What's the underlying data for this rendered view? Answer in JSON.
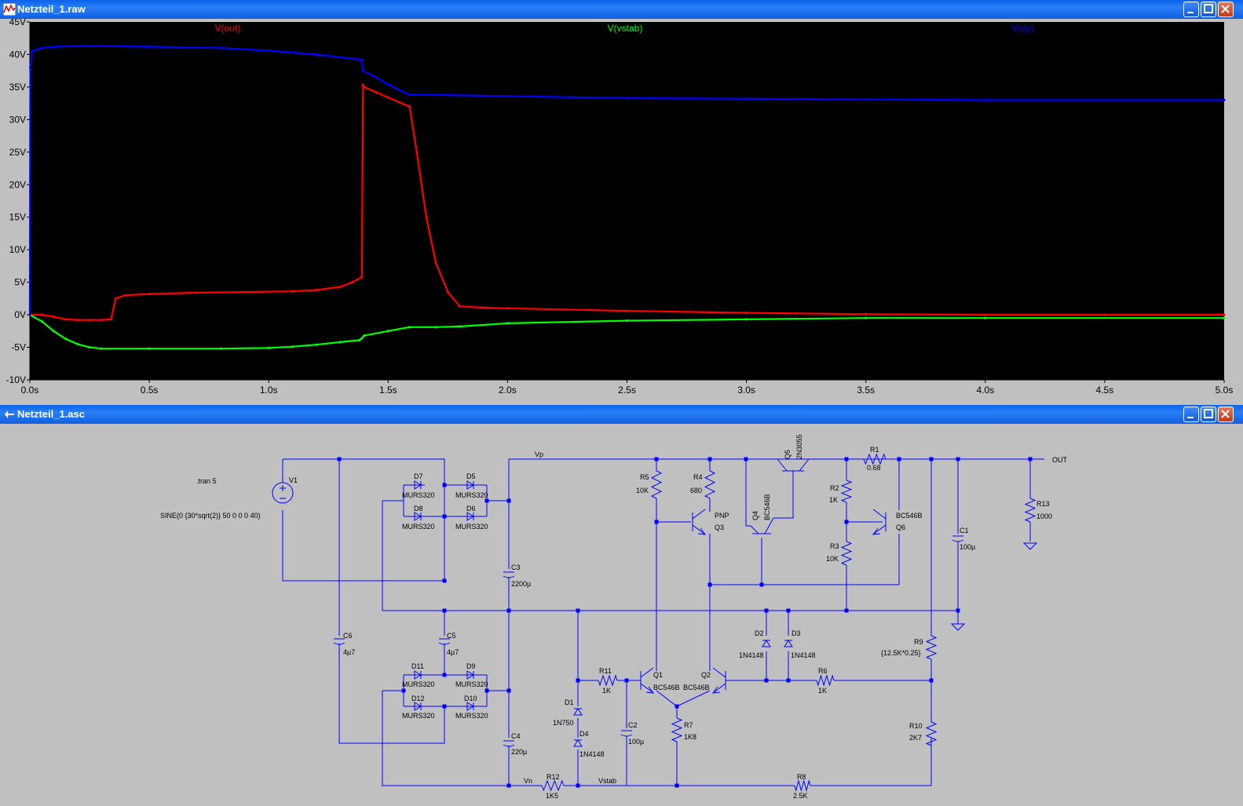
{
  "plot_window": {
    "title": "Netzteil_1.raw",
    "icon": "waveform-icon",
    "buttons": [
      "minimize-icon",
      "maximize-icon",
      "close-icon"
    ]
  },
  "schematic_window": {
    "title": "Netzteil_1.asc",
    "icon": "schematic-icon",
    "buttons": [
      "minimize-icon",
      "maximize-icon",
      "close-icon"
    ]
  },
  "colors": {
    "out": "#ff0000",
    "vstab": "#00ff00",
    "vp": "#0000ff",
    "plot_bg": "#000000",
    "wire": "#0000ff",
    "junction": "#0000ff"
  },
  "chart_data": {
    "type": "line",
    "xlabel": "",
    "ylabel": "",
    "xlim": [
      0,
      5
    ],
    "ylim": [
      -10,
      45
    ],
    "x_ticks": [
      "0.0s",
      "0.5s",
      "1.0s",
      "1.5s",
      "2.0s",
      "2.5s",
      "3.0s",
      "3.5s",
      "4.0s",
      "4.5s",
      "5.0s"
    ],
    "y_ticks": [
      "45V",
      "40V",
      "35V",
      "30V",
      "25V",
      "20V",
      "15V",
      "10V",
      "5V",
      "0V",
      "-5V",
      "-10V"
    ],
    "grid": false,
    "legend": "top",
    "series": [
      {
        "name": "V(out)",
        "color": "#ff0000",
        "x": [
          0,
          0.05,
          0.1,
          0.15,
          0.2,
          0.25,
          0.3,
          0.34,
          0.36,
          0.4,
          0.5,
          0.7,
          0.9,
          1.1,
          1.2,
          1.3,
          1.35,
          1.39,
          1.395,
          1.4,
          1.45,
          1.5,
          1.55,
          1.59,
          1.62,
          1.66,
          1.7,
          1.75,
          1.8,
          1.9,
          2.0,
          2.5,
          3.0,
          3.5,
          4.0,
          4.5,
          5.0
        ],
        "y": [
          0,
          0,
          -0.3,
          -0.7,
          -0.8,
          -0.8,
          -0.8,
          -0.7,
          2.5,
          3.0,
          3.2,
          3.4,
          3.5,
          3.6,
          3.8,
          4.3,
          5.0,
          5.8,
          35.3,
          35.0,
          34.2,
          33.4,
          32.6,
          32.0,
          25,
          15,
          8,
          3.5,
          1.3,
          1.1,
          1.0,
          0.6,
          0.3,
          0.1,
          0.0,
          0.0,
          0.0
        ]
      },
      {
        "name": "V(vstab)",
        "color": "#00ff00",
        "x": [
          0,
          0.05,
          0.1,
          0.15,
          0.2,
          0.25,
          0.3,
          0.5,
          0.8,
          1.0,
          1.1,
          1.2,
          1.3,
          1.38,
          1.39,
          1.4,
          1.5,
          1.59,
          1.7,
          1.8,
          2.0,
          2.5,
          3.0,
          3.5,
          4.0,
          5.0
        ],
        "y": [
          0,
          -1.0,
          -2.5,
          -3.7,
          -4.5,
          -5.0,
          -5.2,
          -5.2,
          -5.2,
          -5.1,
          -4.9,
          -4.6,
          -4.2,
          -3.9,
          -3.6,
          -3.2,
          -2.5,
          -1.9,
          -1.9,
          -1.8,
          -1.3,
          -0.9,
          -0.7,
          -0.5,
          -0.5,
          -0.5
        ]
      },
      {
        "name": "V(vp)",
        "color": "#0000ff",
        "x": [
          0,
          0.002,
          0.01,
          0.05,
          0.1,
          0.2,
          0.3,
          0.5,
          0.8,
          1.0,
          1.2,
          1.39,
          1.395,
          1.45,
          1.5,
          1.59,
          1.7,
          2.0,
          2.5,
          3.0,
          3.5,
          4.0,
          5.0
        ],
        "y": [
          0,
          38.0,
          40.5,
          41.0,
          41.2,
          41.3,
          41.3,
          41.2,
          41.0,
          40.6,
          40.0,
          39.2,
          37.5,
          36.5,
          35.4,
          33.8,
          33.8,
          33.6,
          33.3,
          33.2,
          33.1,
          33.0,
          33.0
        ]
      }
    ]
  },
  "schematic": {
    "directive": ".tran 5",
    "source_value": "SINE(0 {30*sqrt(2)} 50 0 0 0 40)",
    "net_labels": {
      "vp": "Vp",
      "vn": "Vn",
      "vstab": "Vstab",
      "out": "OUT"
    },
    "components": {
      "V1": "V1",
      "D7": [
        "D7",
        "MURS320"
      ],
      "D5": [
        "D5",
        "MURS320"
      ],
      "D8": [
        "D8",
        "MURS320"
      ],
      "D6": [
        "D6",
        "MURS320"
      ],
      "D11": [
        "D11",
        "MURS320"
      ],
      "D9": [
        "D9",
        "MURS320"
      ],
      "D12": [
        "D12",
        "MURS320"
      ],
      "D10": [
        "D10",
        "MURS320"
      ],
      "C3": [
        "C3",
        "2200µ"
      ],
      "C4": [
        "C4",
        "220µ"
      ],
      "C5": [
        "C5",
        "4µ7"
      ],
      "C6": [
        "C6",
        "4µ7"
      ],
      "C1": [
        "C1",
        "100µ"
      ],
      "C2": [
        "C2",
        "100µ"
      ],
      "R5": [
        "R5",
        "10K"
      ],
      "R4": [
        "R4",
        "680"
      ],
      "R1": [
        "R1",
        "0.68"
      ],
      "R2": [
        "R2",
        "1K"
      ],
      "R3": [
        "R3",
        "10K"
      ],
      "R13": [
        "R13",
        "1000"
      ],
      "R9": [
        "R9",
        "{12.5K*0.25}"
      ],
      "R10": [
        "R10",
        "2K7"
      ],
      "R6": [
        "R6",
        "1K"
      ],
      "R7": [
        "R7",
        "1K8"
      ],
      "R8": [
        "R8",
        "2.5K"
      ],
      "R11": [
        "R11",
        "1K"
      ],
      "R12": [
        "R12",
        "1K5"
      ],
      "Q1": [
        "Q1",
        "BC546B"
      ],
      "Q2": [
        "Q2",
        "BC546B"
      ],
      "Q3": [
        "Q3",
        "PNP"
      ],
      "Q4": [
        "Q4",
        "BC546B"
      ],
      "Q5": [
        "Q5",
        "2N3055"
      ],
      "Q6": [
        "Q6",
        "BC546B"
      ],
      "D1": [
        "D1",
        "1N750"
      ],
      "D4": [
        "D4",
        "1N4148"
      ],
      "D2": [
        "D2",
        "1N4148"
      ],
      "D3": [
        "D3",
        "1N4148"
      ]
    }
  }
}
